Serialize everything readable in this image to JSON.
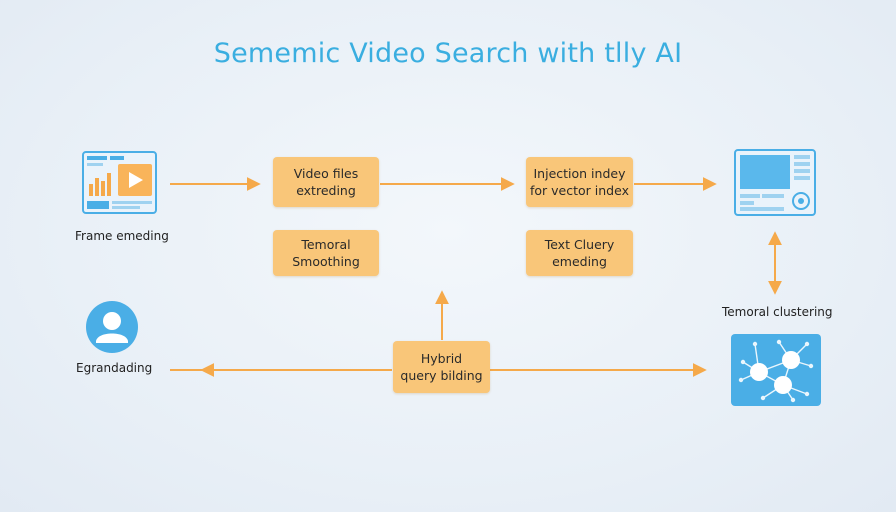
{
  "title": "Sememic Video Search with tlly AI",
  "nodes": {
    "video_files": {
      "line1": "Video files",
      "line2": "extreding"
    },
    "injection": {
      "line1": "Injection indey",
      "line2": "for vector index"
    },
    "temporal_smoothing": {
      "line1": "Temoral",
      "line2": "Smoothing"
    },
    "text_query": {
      "line1": "Text Cluery",
      "line2": "emeding"
    },
    "hybrid": {
      "line1": "Hybrid",
      "line2": "query bilding"
    }
  },
  "labels": {
    "frame": "Frame emeding",
    "user": "Egrandading",
    "clustering": "Temoral clustering"
  },
  "icons": {
    "video_frame": "video-frame-icon",
    "user": "user-avatar-icon",
    "screen": "video-screen-icon",
    "network": "network-cluster-icon"
  },
  "colors": {
    "title": "#3aaee0",
    "box": "#f9c679",
    "arrow": "#f5a94a",
    "icon_blue": "#4aaee6"
  }
}
